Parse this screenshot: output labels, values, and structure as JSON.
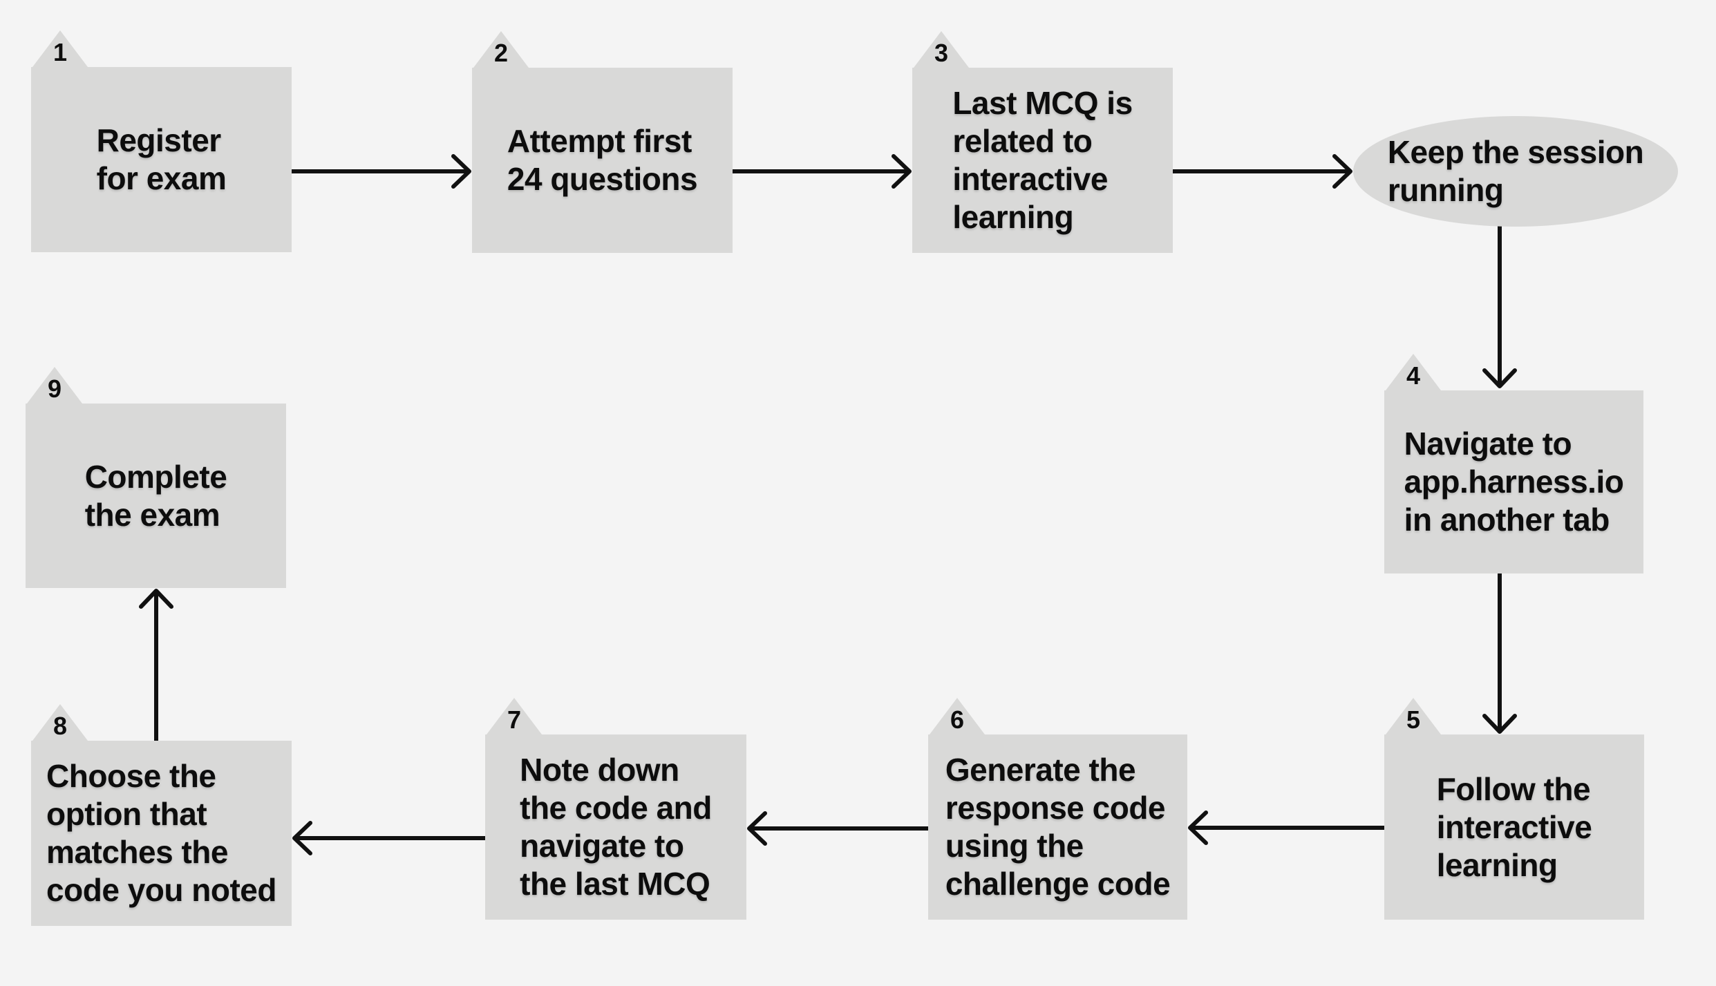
{
  "colors": {
    "background": "#f4f4f4",
    "node_fill": "#d9d9d8",
    "text": "#0d0d0d",
    "arrow": "#111111"
  },
  "nodes": [
    {
      "number": "1",
      "shape": "rectangle",
      "label": "Register\nfor exam"
    },
    {
      "number": "2",
      "shape": "rectangle",
      "label": "Attempt first\n24 questions"
    },
    {
      "number": "3",
      "shape": "rectangle",
      "label": "Last MCQ is\nrelated to\ninteractive\nlearning"
    },
    {
      "number": null,
      "shape": "ellipse",
      "label": "Keep the session\nrunning"
    },
    {
      "number": "4",
      "shape": "rectangle",
      "label": "Navigate to\napp.harness.io\nin another tab"
    },
    {
      "number": "5",
      "shape": "rectangle",
      "label": "Follow the\ninteractive\nlearning"
    },
    {
      "number": "6",
      "shape": "rectangle",
      "label": "Generate the\nresponse code\nusing the\nchallenge code"
    },
    {
      "number": "7",
      "shape": "rectangle",
      "label": "Note down\nthe code and\nnavigate to\nthe last MCQ"
    },
    {
      "number": "8",
      "shape": "rectangle",
      "label": "Choose the\noption that\nmatches the\ncode you noted"
    },
    {
      "number": "9",
      "shape": "rectangle",
      "label": "Complete\nthe exam"
    }
  ],
  "connections": [
    {
      "from": "1",
      "to": "2"
    },
    {
      "from": "2",
      "to": "3"
    },
    {
      "from": "3",
      "to": "keep-session"
    },
    {
      "from": "keep-session",
      "to": "4"
    },
    {
      "from": "4",
      "to": "5"
    },
    {
      "from": "5",
      "to": "6"
    },
    {
      "from": "6",
      "to": "7"
    },
    {
      "from": "7",
      "to": "8"
    },
    {
      "from": "8",
      "to": "9"
    }
  ]
}
